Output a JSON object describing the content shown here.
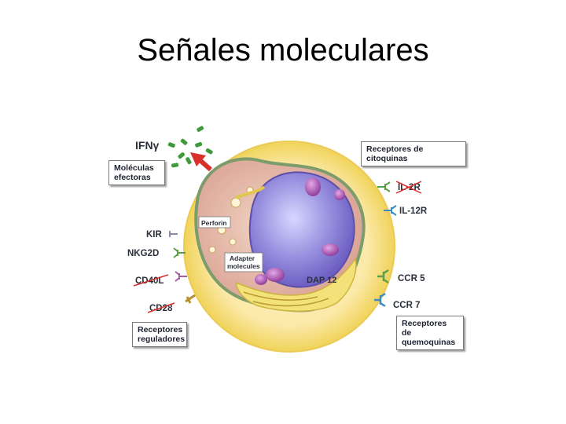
{
  "slide": {
    "title": "Señales moleculares"
  },
  "figure": {
    "boxes": {
      "effector_1": "Moléculas",
      "effector_2": "efectoras",
      "cytokine_receptors": "Receptores de citoquinas",
      "regulatory_1": "Receptores",
      "regulatory_2": "reguladores",
      "chemokine_1": "Receptores de",
      "chemokine_2": "quemoquinas"
    },
    "labels": {
      "ifn": "IFNγ",
      "perforin": "Perforin",
      "adapter_1": "Adapter",
      "adapter_2": "molecules",
      "dap12": "DAP 12",
      "kir": "KIR",
      "nkg2d": "NKG2D",
      "cd40l": "CD40L",
      "cd28": "CD28",
      "il2r": "IL-2R",
      "il12r": "IL-12R",
      "ccr5": "CCR 5",
      "ccr7": "CCR 7"
    },
    "colors": {
      "membrane": "#f3db6a",
      "cytoplasm": "#fbe7a3",
      "inner_cell": "#e2b8a8",
      "nucleus": "#8c7fd2",
      "granules": "#a94ab0",
      "arrow": "#d8312b",
      "ifn_particles": "#3f9a3b"
    }
  }
}
